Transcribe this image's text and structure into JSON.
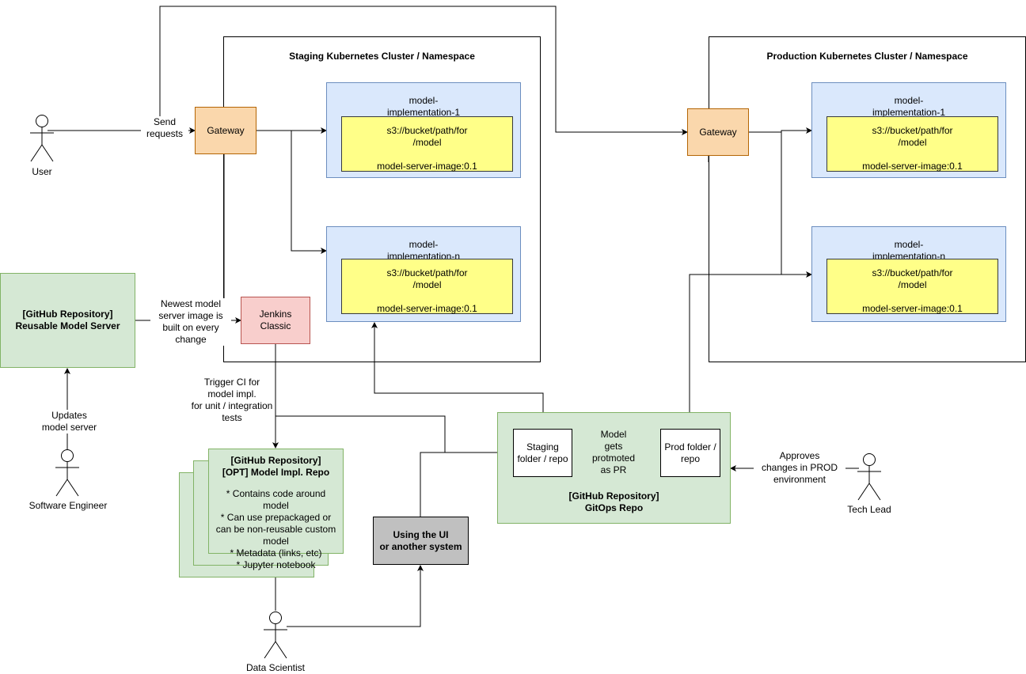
{
  "staging_cluster": {
    "title": "Staging Kubernetes Cluster / Namespace",
    "gateway": "Gateway",
    "model_1": {
      "title": "model-\nimplementation-1",
      "inner": "s3://bucket/path/for\n/model\n\nmodel-server-image:0.1"
    },
    "model_n": {
      "title": "model-\nimplementation-n",
      "inner": "s3://bucket/path/for\n/model\n\nmodel-server-image:0.1"
    }
  },
  "production_cluster": {
    "title": "Production Kubernetes Cluster / Namespace",
    "gateway": "Gateway",
    "model_1": {
      "title": "model-\nimplementation-1",
      "inner": "s3://bucket/path/for\n/model\n\nmodel-server-image:0.1"
    },
    "model_n": {
      "title": "model-\nimplementation-n",
      "inner": "s3://bucket/path/for\n/model\n\nmodel-server-image:0.1"
    }
  },
  "actors": {
    "user": "User",
    "software_engineer": "Software Engineer",
    "data_scientist": "Data Scientist",
    "tech_lead": "Tech Lead"
  },
  "boxes": {
    "reusable_model_server": "[GitHub Repository]\nReusable Model Server",
    "jenkins": "Jenkins\nClassic",
    "model_impl_repo_title": "[GitHub Repository]\n[OPT] Model Impl. Repo",
    "model_impl_repo_body": "* Contains code around\nmodel\n* Can use prepackaged or\ncan be non-reusable custom\nmodel\n* Metadata (links, etc)\n* Jupyter notebook",
    "ui_system": "Using the UI\nor another system",
    "gitops_repo": "[GitHub Repository]\nGitOps Repo",
    "staging_folder": "Staging\nfolder / repo",
    "prod_folder": "Prod folder /\nrepo"
  },
  "edge_labels": {
    "send_requests": "Send\nrequests",
    "newest_image": "Newest model\nserver image is\nbuilt on every\nchange",
    "trigger_ci": "Trigger CI for\nmodel impl.\nfor unit / integration\ntests",
    "updates_server": "Updates\nmodel server",
    "promoted": "Model\ngets\nprotmoted\nas PR",
    "approves": "Approves\nchanges in PROD\nenvironment"
  },
  "colors": {
    "gateway_fill": "#fad7ac",
    "model_fill": "#dae8fc",
    "inner_fill": "#ffff88",
    "repo_fill": "#d5e8d4",
    "jenkins_fill": "#f8cecc",
    "ui_fill": "#c0c0c0"
  }
}
